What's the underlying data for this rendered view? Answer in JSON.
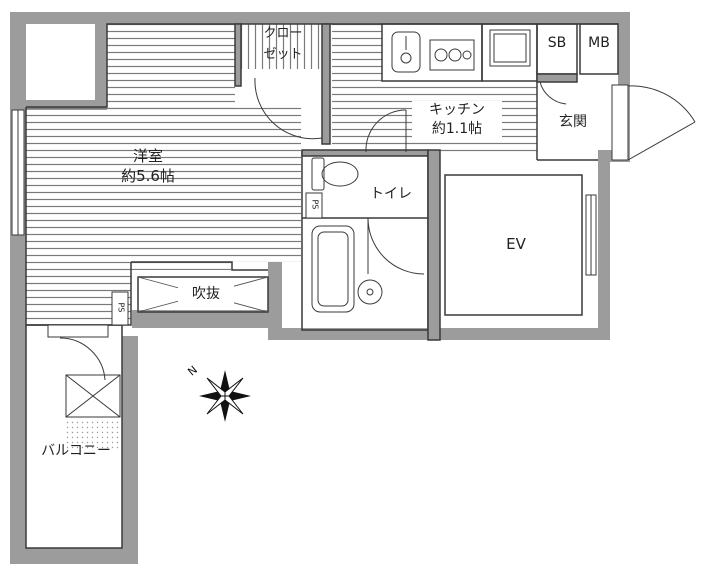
{
  "rooms": {
    "western_room": {
      "name": "洋室",
      "size": "約5.6帖"
    },
    "closet": {
      "line1": "クロー",
      "line2": "ゼット"
    },
    "kitchen": {
      "name": "キッチン",
      "size": "約1.1帖"
    },
    "entrance": {
      "name": "玄関"
    },
    "toilet": {
      "name": "トイレ"
    },
    "elevator": {
      "name": "EV"
    },
    "void": {
      "name": "吹抜"
    },
    "balcony": {
      "name": "バルコニー"
    }
  },
  "equipment": {
    "shoe_box": "SB",
    "meter_box": "MB",
    "pipe_space_1": "PS",
    "pipe_space_2": "PS"
  },
  "compass": {
    "north_label": "N",
    "icon": "compass-rose-icon"
  },
  "colors": {
    "wall": "#9c9c9c",
    "line": "#3a3a3a",
    "hatch": "#7a7a7a",
    "background": "#ffffff"
  }
}
